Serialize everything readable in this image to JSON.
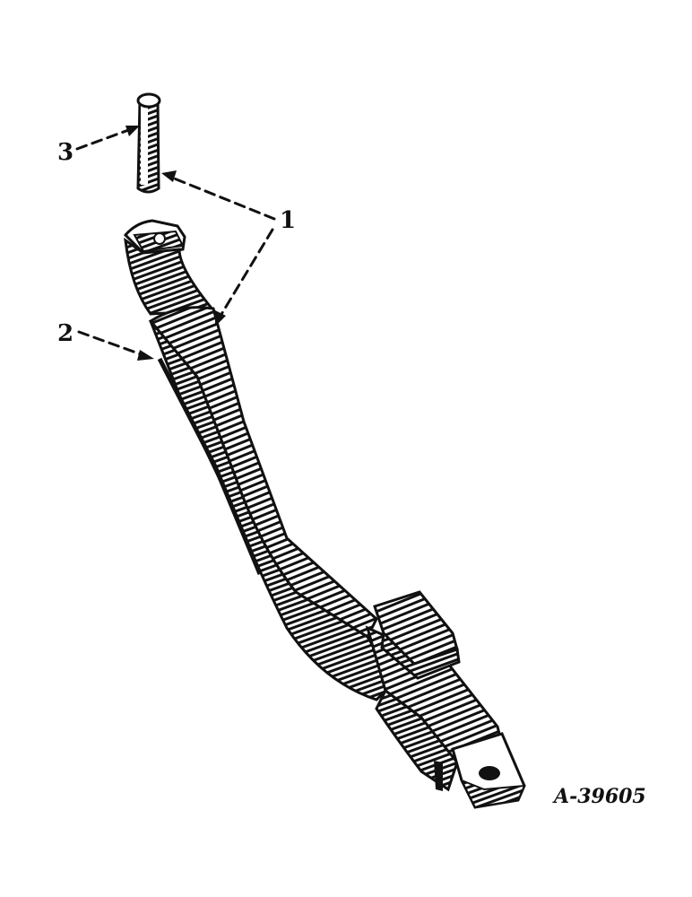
{
  "callouts": [
    {
      "id": "1",
      "label": "1"
    },
    {
      "id": "2",
      "label": "2"
    },
    {
      "id": "3",
      "label": "3"
    }
  ],
  "figure_number": "A-39605",
  "colors": {
    "ink": "#111111",
    "paper": "#ffffff"
  }
}
